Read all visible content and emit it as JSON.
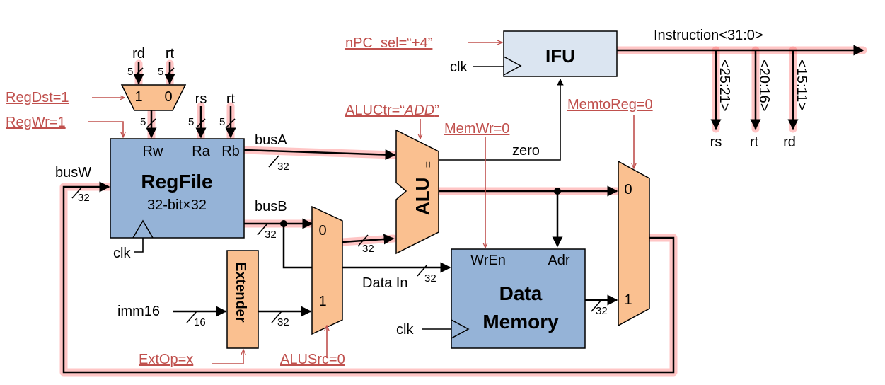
{
  "ifu": {
    "label": "IFU",
    "clk": "clk",
    "npc_sel": "nPC_sel=“+4”",
    "instruction": "Instruction<31:0>"
  },
  "fields": [
    {
      "bits": "<25:21>",
      "name": "rs"
    },
    {
      "bits": "<20:16>",
      "name": "rt"
    },
    {
      "bits": "<15:11>",
      "name": "rd"
    }
  ],
  "regdst_mux": {
    "in1": "1",
    "in0": "0",
    "top_rd": "rd",
    "top_rt": "rt",
    "w_rd": "5",
    "w_rt": "5",
    "w_out": "5"
  },
  "controls": {
    "regdst": "RegDst=1",
    "regwr": "RegWr=1",
    "aluctr_prefix": "ALUCtr=“",
    "aluctr_op": "ADD",
    "aluctr_suffix": "”",
    "memwr": "MemWr=0",
    "memtoreg": "MemtoReg=0",
    "extop": "ExtOp=x",
    "alusrc": "ALUSrc=0"
  },
  "regfile": {
    "title": "RegFile",
    "subtitle": "32-bit×32",
    "rw": "Rw",
    "ra": "Ra",
    "rb": "Rb",
    "rs": "rs",
    "rt": "rt",
    "w_rs": "5",
    "w_rt": "5",
    "clk": "clk"
  },
  "buses": {
    "busA": "busA",
    "busB": "busB",
    "busW": "busW",
    "w32": "32",
    "w16": "16",
    "imm16": "imm16"
  },
  "alu": {
    "label": "ALU",
    "eq": "=",
    "zero": "zero"
  },
  "alusrc_mux": {
    "in0": "0",
    "in1": "1"
  },
  "extender": {
    "label": "Extender"
  },
  "datamem": {
    "title1": "Data",
    "title2": "Memory",
    "wren": "WrEn",
    "adr": "Adr",
    "datain": "Data In",
    "clk": "clk"
  },
  "memtoreg_mux": {
    "in0": "0",
    "in1": "1"
  }
}
